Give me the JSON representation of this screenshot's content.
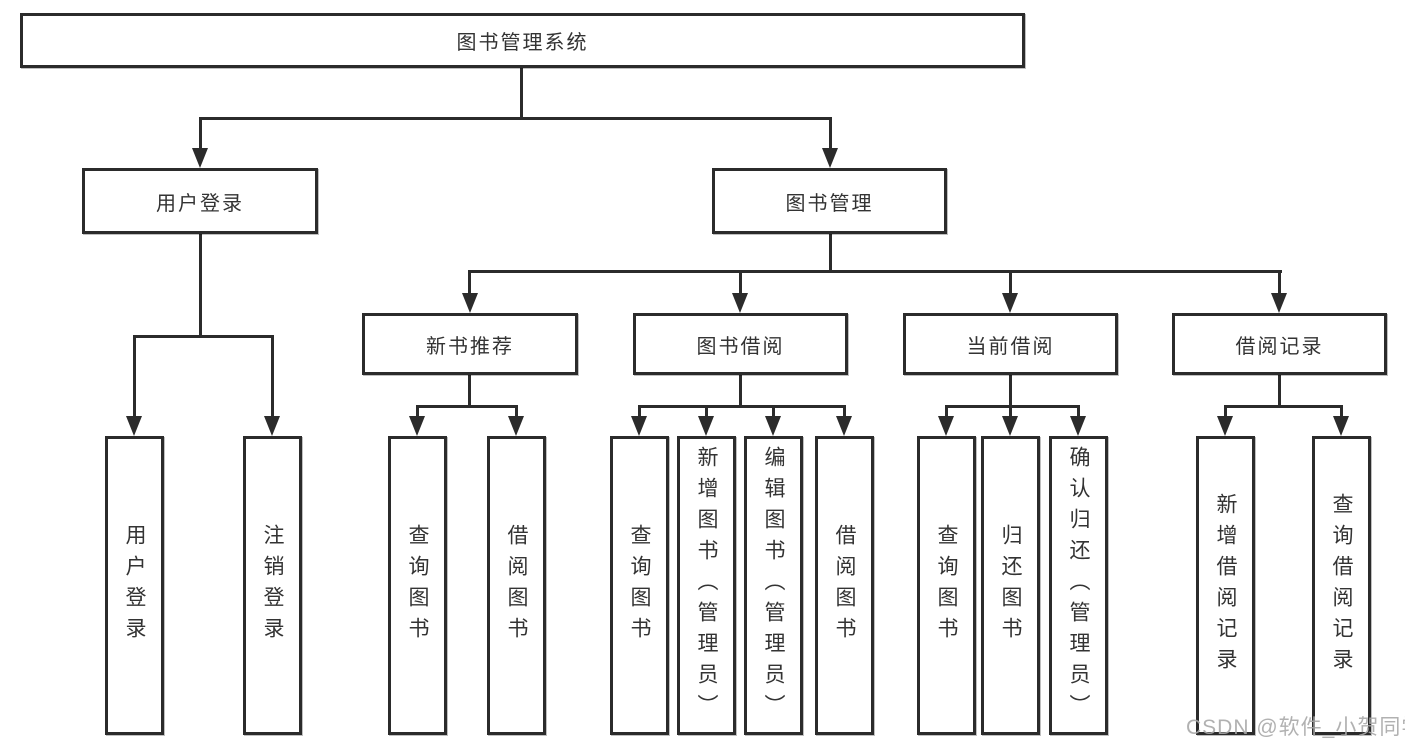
{
  "diagram": {
    "type": "hierarchy-tree",
    "tree": {
      "root": {
        "label": "图书管理系统",
        "children": [
          {
            "label": "用户登录",
            "children": [
              {
                "label": "用户登录"
              },
              {
                "label": "注销登录"
              }
            ]
          },
          {
            "label": "图书管理",
            "children": [
              {
                "label": "新书推荐",
                "children": [
                  {
                    "label": "查询图书"
                  },
                  {
                    "label": "借阅图书"
                  }
                ]
              },
              {
                "label": "图书借阅",
                "children": [
                  {
                    "label": "查询图书"
                  },
                  {
                    "label": "新增图书（管理员）"
                  },
                  {
                    "label": "编辑图书（管理员）"
                  },
                  {
                    "label": "借阅图书"
                  }
                ]
              },
              {
                "label": "当前借阅",
                "children": [
                  {
                    "label": "查询图书"
                  },
                  {
                    "label": "归还图书"
                  },
                  {
                    "label": "确认归还（管理员）"
                  }
                ]
              },
              {
                "label": "借阅记录",
                "children": [
                  {
                    "label": "新增借阅记录"
                  },
                  {
                    "label": "查询借阅记录"
                  }
                ]
              }
            ]
          }
        ]
      }
    },
    "colors": {
      "background": "#ffffff",
      "line": "#2b2b2b",
      "text": "#333333",
      "watermark": "#a9a9a9"
    }
  },
  "watermark": {
    "text": "CSDN @软件_小贺同学"
  }
}
